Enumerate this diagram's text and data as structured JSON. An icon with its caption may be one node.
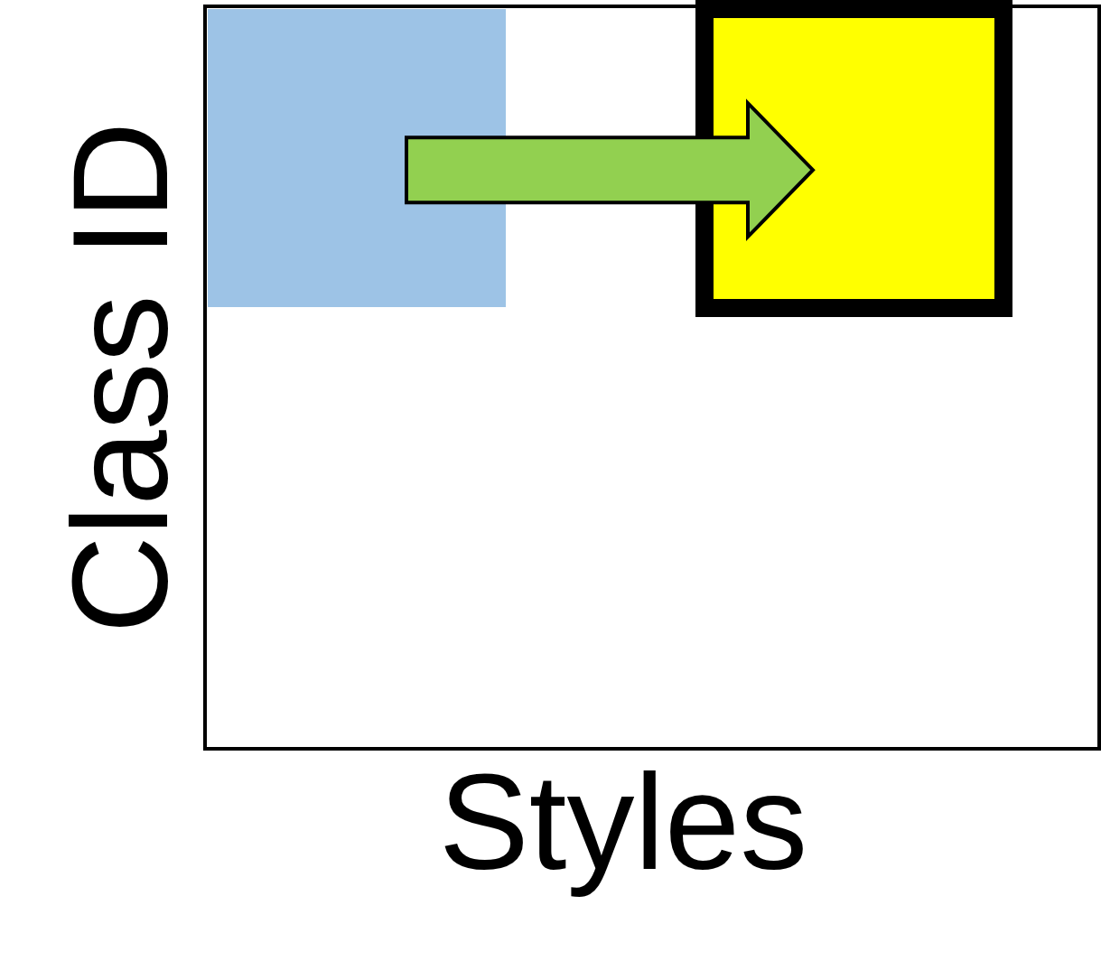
{
  "diagram": {
    "nodes": [
      {
        "text": [],
        "shape": "box"
      },
      {
        "text": [],
        "shape": "box"
      }
    ],
    "edges": [
      {
        "from": 0,
        "to": 1,
        "arrow": "to"
      }
    ],
    "labels": [
      "Class ID",
      "Styles"
    ]
  }
}
